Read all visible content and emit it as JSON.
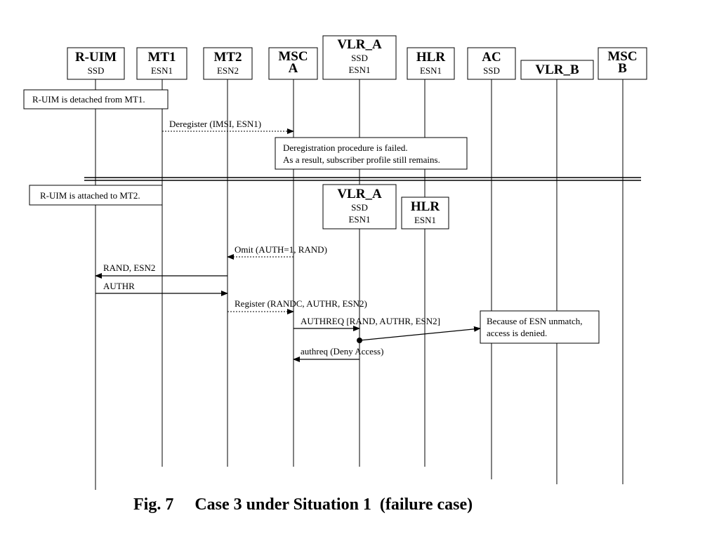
{
  "entities": [
    {
      "id": "ruim",
      "name": "R-UIM",
      "sub": "SSD"
    },
    {
      "id": "mt1",
      "name": "MT1",
      "sub": "ESN1"
    },
    {
      "id": "mt2",
      "name": "MT2",
      "sub": "ESN2"
    },
    {
      "id": "msca",
      "name": "MSC",
      "name2": "A"
    },
    {
      "id": "vlra",
      "name": "VLR_A",
      "sub": "SSD",
      "sub2": "ESN1"
    },
    {
      "id": "hlr",
      "name": "HLR",
      "sub": "ESN1"
    },
    {
      "id": "ac",
      "name": "AC",
      "sub": "SSD"
    },
    {
      "id": "vlrb",
      "name": "VLR_B"
    },
    {
      "id": "mscb",
      "name": "MSC",
      "name2": "B"
    }
  ],
  "second_instances": {
    "vlra": {
      "name": "VLR_A",
      "sub": "SSD",
      "sub2": "ESN1"
    },
    "hlr": {
      "name": "HLR",
      "sub": "ESN1"
    }
  },
  "notes": {
    "detached": "R-UIM is detached  from MT1.",
    "dereg_failed_1": "Deregistration procedure is failed.",
    "dereg_failed_2": "As a result, subscriber profile still remains.",
    "attached": "R-UIM is attached to MT2.",
    "esn_unmatch_1": "Because of ESN unmatch,",
    "esn_unmatch_2": "access is denied."
  },
  "messages": {
    "deregister": "Deregister (IMSI, ESN1)",
    "omit": "Omit (AUTH=1, RAND)",
    "rand_esn2": "RAND, ESN2",
    "authr": "AUTHR",
    "register": "Register (RANDC, AUTHR, ESN2)",
    "authreq_req": "AUTHREQ [RAND, AUTHR, ESN2]",
    "authreq_resp": "authreq (Deny Access)"
  },
  "caption": "Fig. 7     Case 3 under Situation 1  (failure case)"
}
